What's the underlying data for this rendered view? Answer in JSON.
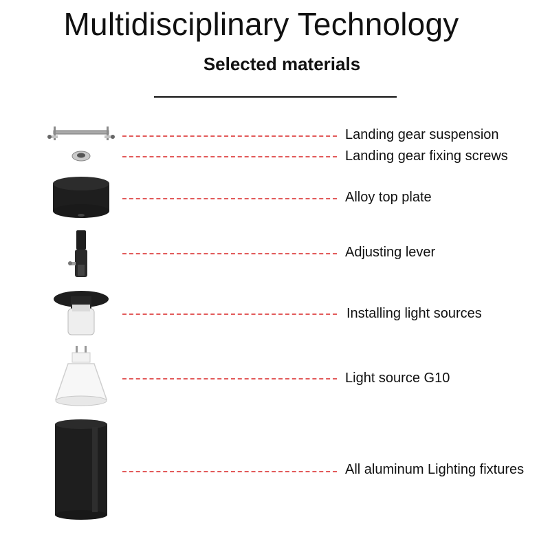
{
  "header": {
    "title": "Multidisciplinary Technology",
    "subtitle": "Selected materials"
  },
  "parts": [
    {
      "label": "Landing gear suspension",
      "icon": "suspension-bar-icon"
    },
    {
      "label": "Landing gear fixing screws",
      "icon": "fixing-screw-icon"
    },
    {
      "label": "Alloy top plate",
      "icon": "top-plate-icon"
    },
    {
      "label": "Adjusting lever",
      "icon": "adjusting-lever-icon"
    },
    {
      "label": "Installing light sources",
      "icon": "light-socket-icon"
    },
    {
      "label": "Light source G10",
      "icon": "g10-bulb-icon"
    },
    {
      "label": "All aluminum Lighting fixtures",
      "icon": "aluminum-cylinder-icon"
    }
  ],
  "colors": {
    "leader": "#e25a5a",
    "fixture": "#1e1e1e",
    "text": "#111111"
  }
}
